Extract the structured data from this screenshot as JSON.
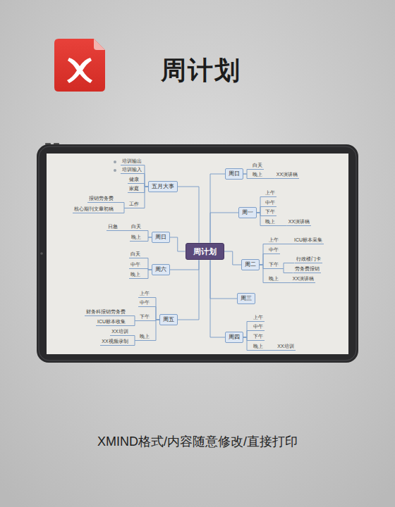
{
  "diagram": {
    "title": "周计划",
    "caption": "XMIND格式/内容随意修改/直接打印",
    "nodes": [
      {
        "text": [
          "周计划"
        ]
      },
      {
        "text": [
          "周日"
        ]
      },
      {
        "text": [
          "白天"
        ]
      },
      {
        "text": [
          "晚上"
        ]
      },
      {
        "text": [
          "XX演讲稿"
        ]
      },
      {
        "text": [
          "周一"
        ]
      },
      {
        "text": [
          "上午"
        ]
      },
      {
        "text": [
          "中午"
        ]
      },
      {
        "text": [
          "下午"
        ]
      },
      {
        "text": [
          "晚上"
        ]
      },
      {
        "text": [
          "XX演讲稿"
        ]
      },
      {
        "text": [
          "周二"
        ]
      },
      {
        "text": [
          "上午"
        ]
      },
      {
        "text": [
          "ICU标本采集"
        ]
      },
      {
        "text": [
          "中午"
        ]
      },
      {
        "text": [
          "下午"
        ]
      },
      {
        "text": [
          "行政楼门卡"
        ]
      },
      {
        "text": [
          "劳务费报销"
        ]
      },
      {
        "text": [
          "晚上"
        ]
      },
      {
        "text": [
          "XX演讲稿"
        ]
      },
      {
        "text": [
          "周三"
        ]
      },
      {
        "text": [
          "周四"
        ]
      },
      {
        "text": [
          "上午"
        ]
      },
      {
        "text": [
          "中午"
        ]
      },
      {
        "text": [
          "下午"
        ]
      },
      {
        "text": [
          "晚上"
        ]
      },
      {
        "text": [
          "XX培训"
        ]
      },
      {
        "text": [
          "五月大事"
        ]
      },
      {
        "text": [
          "培训输出"
        ]
      },
      {
        "text": [
          "培训输入"
        ]
      },
      {
        "text": [
          "健康"
        ]
      },
      {
        "text": [
          "家庭"
        ]
      },
      {
        "text": [
          "工作"
        ]
      },
      {
        "text": [
          "报销劳务费"
        ]
      },
      {
        "text": [
          "核心期刊文章初稿"
        ]
      },
      {
        "text": [
          "周日"
        ]
      },
      {
        "text": [
          "白天"
        ]
      },
      {
        "text": [
          "日急"
        ]
      },
      {
        "text": [
          "晚上"
        ]
      },
      {
        "text": [
          "周六"
        ]
      },
      {
        "text": [
          "白天"
        ]
      },
      {
        "text": [
          "中午"
        ]
      },
      {
        "text": [
          "晚上"
        ]
      },
      {
        "text": [
          "周五"
        ]
      },
      {
        "text": [
          "上午"
        ]
      },
      {
        "text": [
          "中午"
        ]
      },
      {
        "text": [
          "下午"
        ]
      },
      {
        "text": [
          "财务科报销劳务费"
        ]
      },
      {
        "text": [
          "ICU标本收集"
        ]
      },
      {
        "text": [
          "晚上"
        ]
      },
      {
        "text": [
          "XX培训"
        ]
      },
      {
        "text": [
          "XX视频录制"
        ]
      }
    ],
    "edges": [
      {
        "from": 0,
        "to": 1,
        "arrow": "none"
      },
      {
        "from": 1,
        "to": 2,
        "arrow": "none"
      },
      {
        "from": 1,
        "to": 3,
        "arrow": "none"
      },
      {
        "from": 3,
        "to": 4,
        "arrow": "none"
      },
      {
        "from": 0,
        "to": 5,
        "arrow": "none"
      },
      {
        "from": 5,
        "to": 6,
        "arrow": "none"
      },
      {
        "from": 5,
        "to": 7,
        "arrow": "none"
      },
      {
        "from": 5,
        "to": 8,
        "arrow": "none"
      },
      {
        "from": 5,
        "to": 9,
        "arrow": "none"
      },
      {
        "from": 9,
        "to": 10,
        "arrow": "none"
      },
      {
        "from": 0,
        "to": 11,
        "arrow": "none"
      },
      {
        "from": 11,
        "to": 12,
        "arrow": "none"
      },
      {
        "from": 12,
        "to": 13,
        "arrow": "none"
      },
      {
        "from": 11,
        "to": 14,
        "arrow": "none"
      },
      {
        "from": 11,
        "to": 15,
        "arrow": "none"
      },
      {
        "from": 15,
        "to": 16,
        "arrow": "none"
      },
      {
        "from": 15,
        "to": 17,
        "arrow": "none"
      },
      {
        "from": 11,
        "to": 18,
        "arrow": "none"
      },
      {
        "from": 18,
        "to": 19,
        "arrow": "none"
      },
      {
        "from": 0,
        "to": 20,
        "arrow": "none"
      },
      {
        "from": 0,
        "to": 21,
        "arrow": "none"
      },
      {
        "from": 21,
        "to": 22,
        "arrow": "none"
      },
      {
        "from": 21,
        "to": 23,
        "arrow": "none"
      },
      {
        "from": 21,
        "to": 24,
        "arrow": "none"
      },
      {
        "from": 21,
        "to": 25,
        "arrow": "none"
      },
      {
        "from": 25,
        "to": 26,
        "arrow": "none"
      },
      {
        "from": 0,
        "to": 27,
        "arrow": "none"
      },
      {
        "from": 27,
        "to": 28,
        "arrow": "none"
      },
      {
        "from": 27,
        "to": 29,
        "arrow": "none"
      },
      {
        "from": 27,
        "to": 30,
        "arrow": "none"
      },
      {
        "from": 27,
        "to": 31,
        "arrow": "none"
      },
      {
        "from": 27,
        "to": 32,
        "arrow": "none"
      },
      {
        "from": 32,
        "to": 33,
        "arrow": "none"
      },
      {
        "from": 32,
        "to": 34,
        "arrow": "none"
      },
      {
        "from": 0,
        "to": 35,
        "arrow": "none"
      },
      {
        "from": 35,
        "to": 36,
        "arrow": "none"
      },
      {
        "from": 36,
        "to": 37,
        "arrow": "none"
      },
      {
        "from": 35,
        "to": 38,
        "arrow": "none"
      },
      {
        "from": 0,
        "to": 39,
        "arrow": "none"
      },
      {
        "from": 39,
        "to": 40,
        "arrow": "none"
      },
      {
        "from": 39,
        "to": 41,
        "arrow": "none"
      },
      {
        "from": 39,
        "to": 42,
        "arrow": "none"
      },
      {
        "from": 0,
        "to": 43,
        "arrow": "none"
      },
      {
        "from": 43,
        "to": 44,
        "arrow": "none"
      },
      {
        "from": 43,
        "to": 45,
        "arrow": "none"
      },
      {
        "from": 43,
        "to": 46,
        "arrow": "none"
      },
      {
        "from": 46,
        "to": 47,
        "arrow": "none"
      },
      {
        "from": 46,
        "to": 48,
        "arrow": "none"
      },
      {
        "from": 43,
        "to": 49,
        "arrow": "none"
      },
      {
        "from": 49,
        "to": 50,
        "arrow": "none"
      },
      {
        "from": 49,
        "to": 51,
        "arrow": "none"
      }
    ]
  }
}
